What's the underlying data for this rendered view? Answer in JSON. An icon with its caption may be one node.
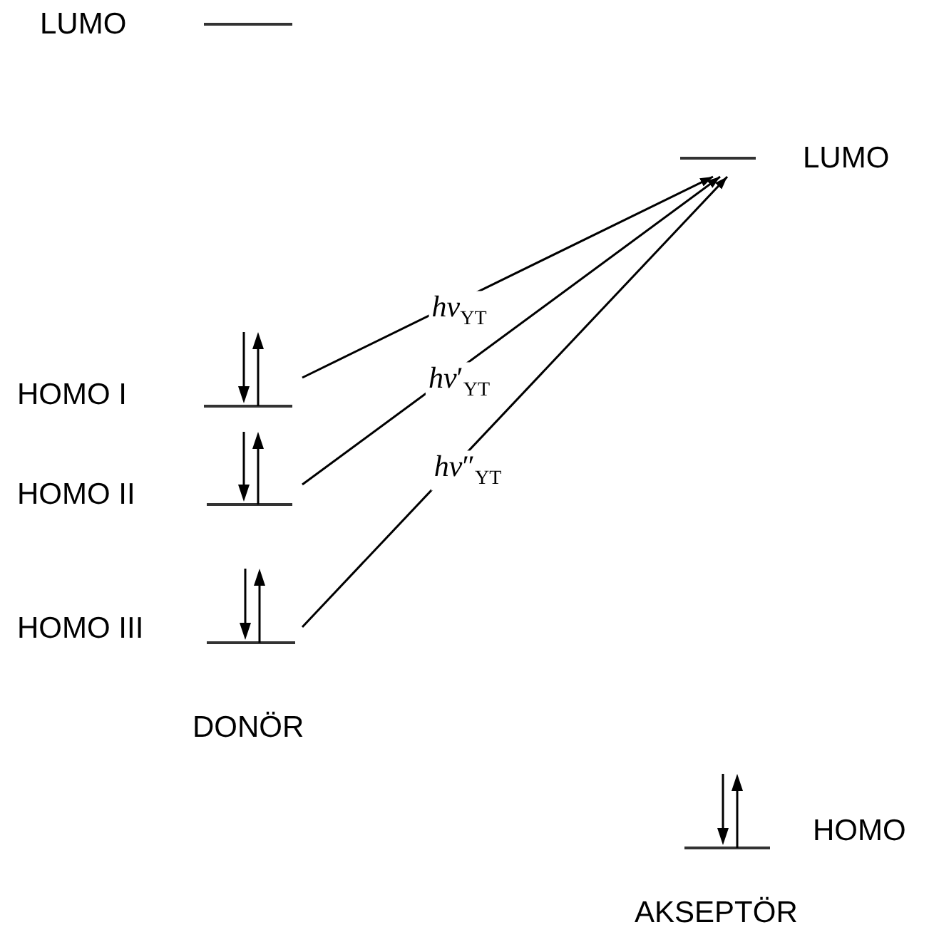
{
  "diagram": {
    "nodes": [
      {
        "text": [
          "LUMO"
        ]
      },
      {
        "text": [
          "LUMO"
        ]
      },
      {
        "text": [
          "HOMO I"
        ]
      },
      {
        "text": [
          "HOMO II"
        ]
      },
      {
        "text": [
          "HOMO III"
        ]
      },
      {
        "text": [
          "HOMO"
        ]
      }
    ],
    "edges": [
      {
        "from": 2,
        "to": 1,
        "arrow": "to",
        "label": "*hv*$_{YT}$"
      },
      {
        "from": 3,
        "to": 1,
        "arrow": "to",
        "label": "*hv*′$_{YT}$"
      },
      {
        "from": 4,
        "to": 1,
        "arrow": "to",
        "label": "*hv*″$_{YT}$"
      }
    ],
    "labels": [
      "DONÖR",
      "AKSEPTÖR"
    ]
  }
}
